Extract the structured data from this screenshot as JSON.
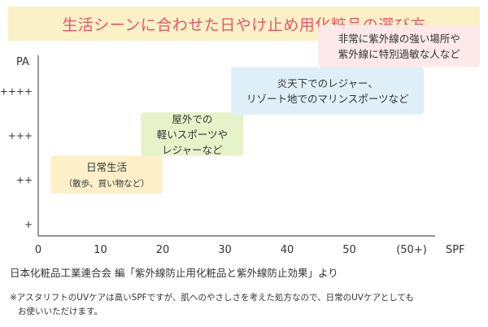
{
  "title": "生活シーンに合わせた日やけ止め用化粧品の選び方",
  "source": "日本化粧品工業連合会 編「紫外線防止用化粧品と紫外線防止効果」より",
  "note": {
    "line1": "※アスタリフトのUVケアは高いSPFですが、肌へのやさしさを考えた処方なので、日常のUVケアとしても",
    "line2": "お使いいただけます。"
  },
  "chart_data": {
    "type": "table",
    "xlabel": "SPF",
    "ylabel": "PA",
    "x_ticks": [
      "0",
      "10",
      "20",
      "30",
      "40",
      "50",
      "(50+)"
    ],
    "y_ticks": [
      "+",
      "++",
      "+++",
      "++++"
    ],
    "xlim": [
      0,
      60
    ],
    "regions": [
      {
        "name": "daily",
        "lines": [
          "日常生活",
          "（散歩、買い物など）"
        ],
        "spf_range": [
          2,
          20
        ],
        "pa_range": [
          0.7,
          1.55
        ],
        "color": "#fdf0c9"
      },
      {
        "name": "outdoor-leisure",
        "lines": [
          "屋外での",
          "軽いスポーツや",
          "レジャーなど"
        ],
        "spf_range": [
          16.5,
          33
        ],
        "pa_range": [
          1.55,
          2.53
        ],
        "color": "#e6f3c9"
      },
      {
        "name": "blazing-sun",
        "lines": [
          "炎天下でのレジャー、",
          "リゾート地でのマリンスポーツなど"
        ],
        "spf_range": [
          31,
          62
        ],
        "pa_range": [
          2.48,
          3.55
        ],
        "color": "#dfeff8"
      },
      {
        "name": "sensitive",
        "lines": [
          "非常に紫外線の強い場所や",
          "紫外線に特別過敏な人など"
        ],
        "spf_range": [
          45,
          71
        ],
        "pa_range": [
          3.55,
          4.5
        ],
        "color": "#fde9e9"
      }
    ]
  }
}
